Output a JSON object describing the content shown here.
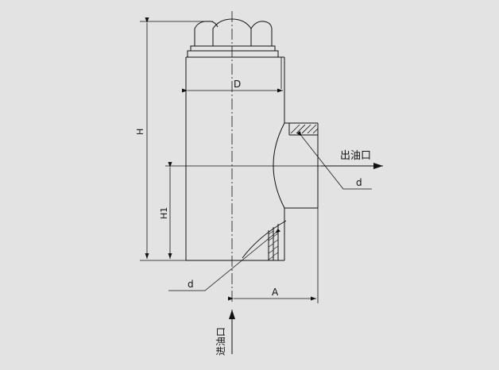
{
  "labels": {
    "dim_d_top": "D",
    "dim_h": "H",
    "dim_h1": "H1",
    "outlet_text": "出油口",
    "dim_d_right": "d",
    "dim_d_bottom": "d",
    "dim_a": "A",
    "inlet_text": "进油口"
  },
  "colors": {
    "background": "#e3e3e3",
    "line": "#111111"
  }
}
